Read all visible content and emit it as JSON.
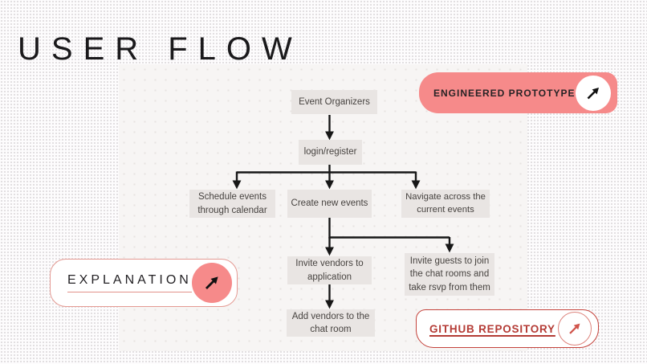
{
  "title": "USER FLOW",
  "flow": {
    "nodes": [
      {
        "id": "event-organizers",
        "label": "Event Organizers"
      },
      {
        "id": "login-register",
        "label": "login/register"
      },
      {
        "id": "schedule-events",
        "label": "Schedule events through calendar"
      },
      {
        "id": "create-events",
        "label": "Create new events"
      },
      {
        "id": "navigate-events",
        "label": "Navigate across the current events"
      },
      {
        "id": "invite-vendors",
        "label": "Invite vendors to application"
      },
      {
        "id": "invite-guests",
        "label": "Invite guests to join the chat rooms and take rsvp from them"
      },
      {
        "id": "add-vendors",
        "label": "Add vendors to the chat room"
      }
    ]
  },
  "links": {
    "engineered_prototype": {
      "label": "ENGINEERED PROTOTYPE",
      "icon": "arrow-up-right-icon"
    },
    "explanation": {
      "label": "EXPLANATION",
      "icon": "arrow-up-right-icon"
    },
    "github_repository": {
      "label": "GITHUB REPOSITORY",
      "icon": "arrow-up-right-icon"
    }
  },
  "colors": {
    "accent_salmon": "#f68a8a",
    "accent_red": "#b43b35",
    "node_fill": "#e9e5e3",
    "arrow": "#171717",
    "panel": "#f7f5f4"
  }
}
